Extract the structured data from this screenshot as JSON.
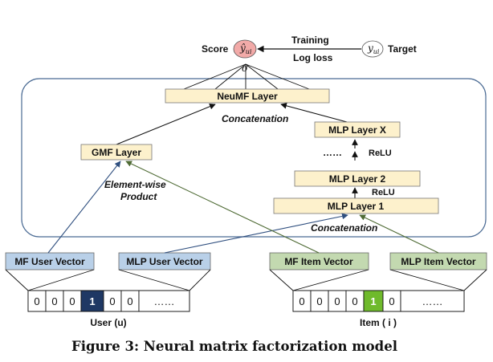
{
  "score_label": "Score",
  "prediction_symbol": "ŷ",
  "prediction_subscript": "ui",
  "sigma_symbol": "σ",
  "training_label": "Training",
  "loss_label": "Log loss",
  "target_symbol": "y",
  "target_subscript": "ui",
  "target_label": "Target",
  "neumf_layer": "NeuMF Layer",
  "concatenation_top": "Concatenation",
  "gmf_layer": "GMF Layer",
  "mlp_layer_x": "MLP Layer X",
  "dots": "……",
  "relu_1": "ReLU",
  "mlp_layer_2": "MLP Layer 2",
  "relu_2": "ReLU",
  "mlp_layer_1": "MLP Layer 1",
  "element_wise_line1": "Element-wise",
  "element_wise_line2": "Product",
  "concatenation_bottom": "Concatenation",
  "mf_user_vector": "MF User Vector",
  "mlp_user_vector": "MLP User Vector",
  "mf_item_vector": "MF Item Vector",
  "mlp_item_vector": "MLP Item Vector",
  "user_cells": [
    "0",
    "0",
    "0",
    "1",
    "0",
    "0",
    "……"
  ],
  "item_cells": [
    "0",
    "0",
    "0",
    "0",
    "1",
    "0",
    "……"
  ],
  "user_label": "User (u)",
  "item_label": "Item ( i )",
  "caption": "Figure 3: Neural matrix factorization model",
  "colors": {
    "layer_fill": "#fdf1cc",
    "user_vector_fill": "#b9d0e8",
    "item_vector_fill": "#c3d9b0",
    "user_hot": "#1f3864",
    "item_hot": "#6fba2c",
    "score_fill": "#f2aaa8",
    "frame": "#4b6b94",
    "user_arrow": "#2f4f7f",
    "item_arrow": "#4f6b35"
  }
}
